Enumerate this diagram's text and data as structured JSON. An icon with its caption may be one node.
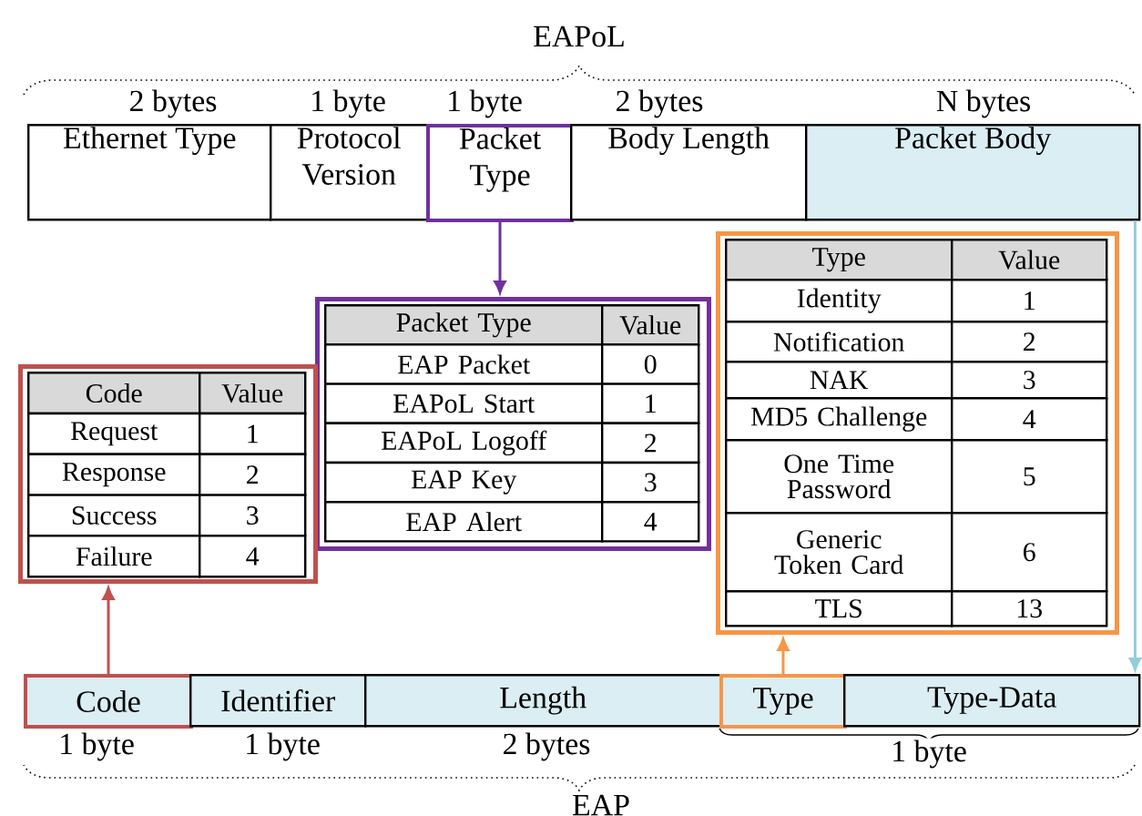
{
  "diagram": {
    "nodes": [
      {
        "text": [
          "Ethernet Type"
        ],
        "beside": [
          "2 bytes"
        ]
      },
      {
        "text": [
          "Protocol Version"
        ],
        "beside": [
          "1 byte"
        ]
      },
      {
        "text": [
          "Packet Type"
        ],
        "beside": [
          "1 byte"
        ]
      },
      {
        "text": [
          "Body Length"
        ],
        "beside": [
          "2 bytes"
        ]
      },
      {
        "text": [
          "Packet Body"
        ],
        "beside": [
          "N bytes"
        ]
      },
      {
        "text": [
          "Packet Type",
          "Value",
          "EAP Packet",
          "0",
          "EAPoL Start",
          "1",
          "EAPoL Logoff",
          "2",
          "EAP Key",
          "3",
          "EAP Alert",
          "4"
        ]
      },
      {
        "text": [
          "Code",
          "Value",
          "Request",
          "1",
          "Response",
          "2",
          "Success",
          "3",
          "Failure",
          "4"
        ]
      },
      {
        "text": [
          "Type",
          "Value",
          "Identity",
          "1",
          "Notification",
          "2",
          "NAK",
          "3",
          "MD5 Challenge",
          "4",
          "One Time Password",
          "5",
          "Generic Token Card",
          "6",
          "TLS",
          "13"
        ]
      },
      {
        "text": [
          "Code"
        ],
        "beside": [
          "1 byte"
        ]
      },
      {
        "text": [
          "Identifier"
        ],
        "beside": [
          "1 byte"
        ]
      },
      {
        "text": [
          "Length"
        ],
        "beside": [
          "2 bytes"
        ]
      },
      {
        "text": [
          "Type"
        ]
      },
      {
        "text": [
          "Type-Data"
        ]
      }
    ],
    "edges": [
      {
        "from": 2,
        "to": 5,
        "arrow": "to",
        "color": "#7030a0"
      },
      {
        "from": 8,
        "to": 6,
        "arrow": "to",
        "color": "#c0504d"
      },
      {
        "from": 11,
        "to": 7,
        "arrow": "to",
        "color": "#f79646"
      },
      {
        "from": 4,
        "to": 12,
        "arrow": "to",
        "color": "#92cddc"
      }
    ],
    "labels": [
      "EAPoL",
      "1 byte",
      "EAP"
    ]
  }
}
